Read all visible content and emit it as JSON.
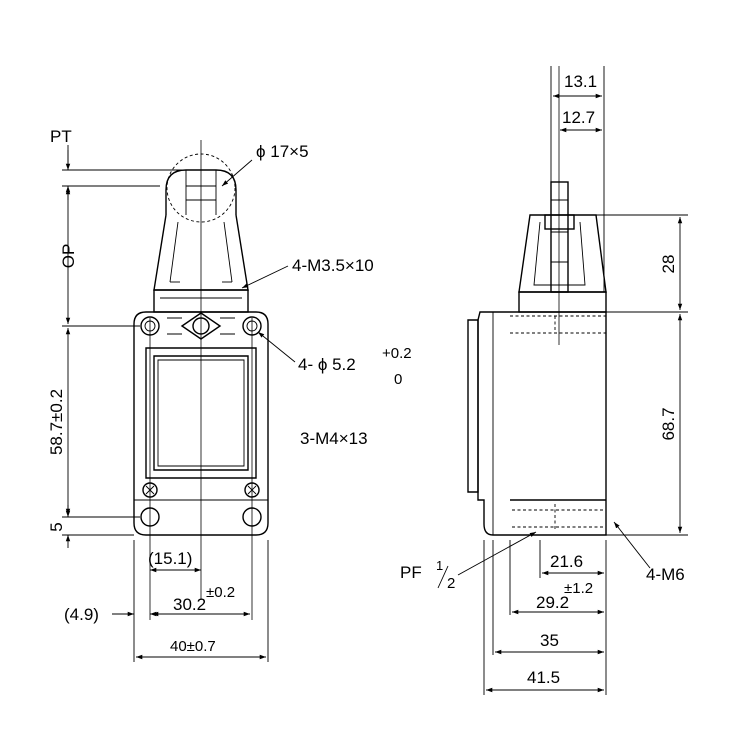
{
  "front_view": {
    "pt": "PT",
    "op": "OP",
    "roller": "ϕ 17×5",
    "screw_top": "4-M3.5×10",
    "holes": "4- ϕ 5.2",
    "holes_tol_upper": "+0.2",
    "holes_tol_lower": "0",
    "mount_screw": "3-M4×13",
    "height": "58.7±0.2",
    "five": "5",
    "d15": "(15.1)",
    "tol02": "±0.2",
    "w302": "30.2",
    "d49": "(4.9)",
    "w40": "40±0.7"
  },
  "side_view": {
    "d131": "13.1",
    "d127": "12.7",
    "d28": "28",
    "d687": "68.7",
    "pf": "PF",
    "pf_num": "1",
    "pf_den": "2",
    "m6": "4-M6",
    "d216": "21.6",
    "tol12": "±1.2",
    "d292": "29.2",
    "d35": "35",
    "d415": "41.5"
  }
}
